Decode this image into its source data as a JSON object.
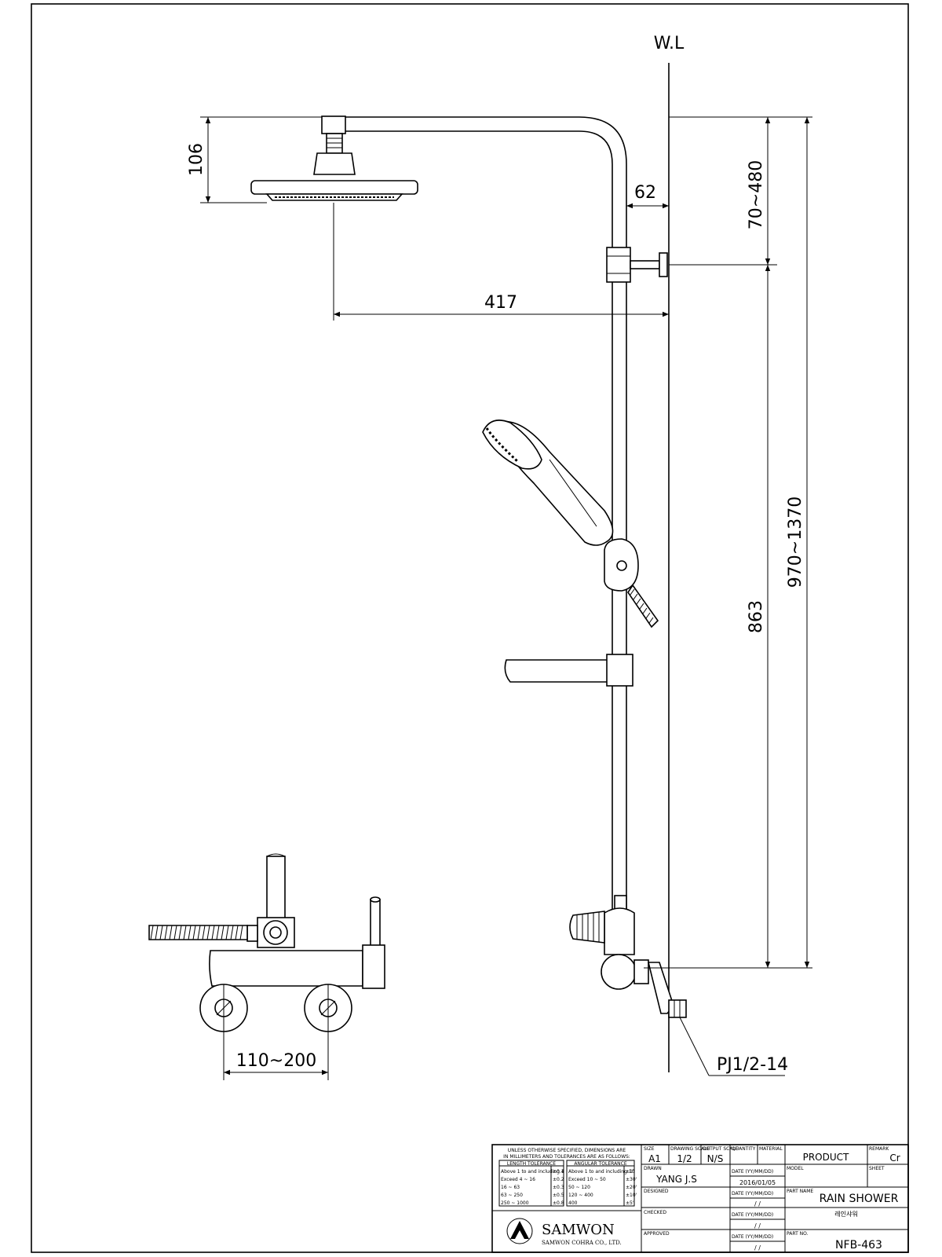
{
  "drawing": {
    "wall_label": "W.L",
    "dimensions": {
      "head_height": "106",
      "wall_offset": "62",
      "arm_length": "417",
      "slide_range": "70~480",
      "total_height": "970~1370",
      "mixer_height": "863",
      "inlet_spacing": "110~200",
      "thread_spec": "PJ1/2-14"
    }
  },
  "title_block": {
    "notes": {
      "line1": "UNLESS OTHERWISE SPECIFIED, DIMENSIONS ARE",
      "line2": "IN MILLIMETERS AND TOLERANCES ARE AS FOLLOWS:",
      "length_header": "LENGTH TOLERANCE",
      "angular_header": "ANGULAR TOLERANCE",
      "length_rows": [
        [
          "Above 1 to and including 4",
          "±0.1"
        ],
        [
          "Exceed 4  ~  16",
          "±0.2"
        ],
        [
          "16  ~  63",
          "±0.3"
        ],
        [
          "63  ~  250",
          "±0.5"
        ],
        [
          "250  ~  1000",
          "±0.8"
        ]
      ],
      "angular_rows": [
        [
          "Above 1 to and including 10",
          "±1°"
        ],
        [
          "Exceed 10  ~  50",
          "±30'"
        ],
        [
          "50  ~  120",
          "±20'"
        ],
        [
          "120  ~  400",
          "±10'"
        ],
        [
          "400",
          "±5'"
        ]
      ]
    },
    "size_label": "SIZE",
    "size": "A1",
    "drawing_scale_label": "DRAWING SCALE",
    "drawing_scale": "1/2",
    "output_scale_label": "OUTPUT SCALE",
    "output_scale": "N/S",
    "quantity_label": "QUANTITY",
    "material_label": "MATERIAL",
    "material": "PRODUCT",
    "remark_label": "REMARK",
    "remark": "Cr",
    "drawn_label": "DRAWN",
    "drawn": "YANG J.S",
    "date_label": "DATE (YY/MM/DD)",
    "date_drawn": "2016/01/05",
    "date_blank": "/ /",
    "model_label": "MODEL",
    "sheet_label": "SHEET",
    "designed_label": "DESIGNED",
    "part_name_label": "PART NAME",
    "part_name": "RAIN SHOWER",
    "part_name_kr": "레인샤워",
    "checked_label": "CHECKED",
    "part_no_label": "PART NO.",
    "part_no": "NFB-463",
    "approved_label": "APPROVED",
    "company": "SAMWON",
    "company_full": "SAMWON COHRA CO., LTD."
  }
}
